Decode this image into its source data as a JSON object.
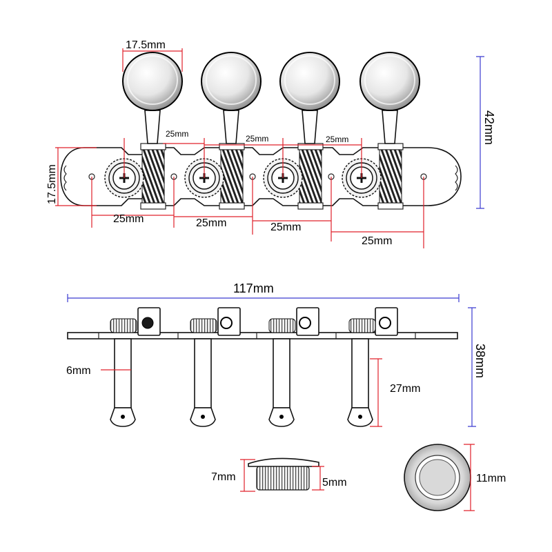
{
  "labels": {
    "knob_width": "17.5mm",
    "plate_height": "17.5mm",
    "total_height": "42mm",
    "gear_spacing_1": "25mm",
    "gear_spacing_2": "25mm",
    "gear_spacing_3": "25mm",
    "hole_spacing_1": "25mm",
    "hole_spacing_2": "25mm",
    "hole_spacing_3": "25mm",
    "hole_spacing_4": "25mm",
    "total_length": "117mm",
    "side_height": "38mm",
    "post_diameter": "6mm",
    "post_length": "27mm",
    "bushing_height": "7mm",
    "bushing_inner_height": "5mm",
    "bushing_diameter": "11mm"
  },
  "colors": {
    "dimension_red": "#e0202a",
    "dimension_blue": "#3a3ad0",
    "outline": "#111111"
  }
}
